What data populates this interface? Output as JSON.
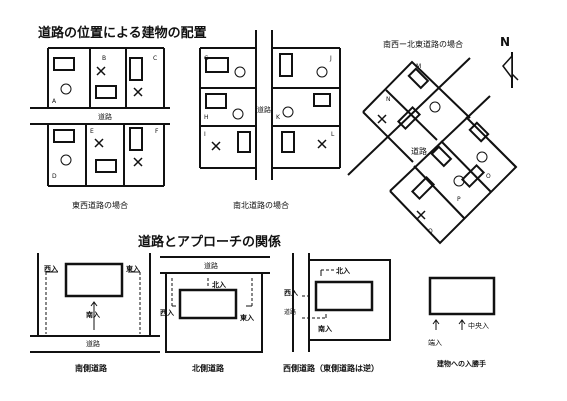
{
  "titles": {
    "placement": "道路の位置による建物の配置",
    "approach": "道路とアプローチの関係"
  },
  "captions": {
    "east_west": "東西道路の場合",
    "north_south": "南北道路の場合",
    "southwest_northeast": "南西ー北東道路の場合"
  },
  "road_label": "道路",
  "lot_letters": [
    "A",
    "B",
    "C",
    "D",
    "E",
    "F",
    "G",
    "H",
    "I",
    "J",
    "K",
    "L",
    "M",
    "N",
    "O",
    "P",
    "Q"
  ],
  "compass": "N",
  "approach_panels": {
    "south": {
      "caption": "南側道路",
      "west": "西入",
      "east": "東入",
      "south": "南入"
    },
    "north": {
      "caption": "北側道路",
      "north": "北入",
      "west": "西入",
      "east": "東入"
    },
    "west": {
      "caption": "西側道路（東側道路は逆）",
      "north": "北入",
      "west": "西入",
      "south": "南入"
    },
    "building": {
      "caption": "建物への入勝手",
      "end": "端入",
      "center": "中央入"
    }
  }
}
